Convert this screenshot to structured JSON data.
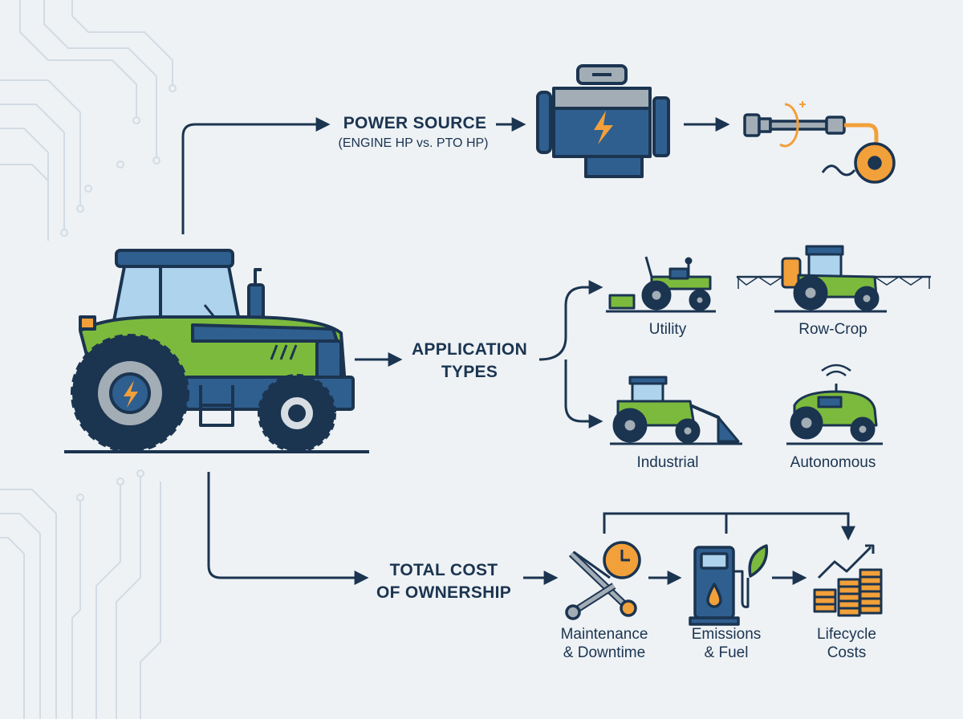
{
  "power_source": {
    "title": "POWER SOURCE",
    "subtitle": "(ENGINE HP vs. PTO HP)"
  },
  "application_types": {
    "title_line1": "APPLICATION",
    "title_line2": "TYPES",
    "items": [
      {
        "label": "Utility"
      },
      {
        "label": "Row-Crop"
      },
      {
        "label": "Industrial"
      },
      {
        "label": "Autonomous"
      }
    ]
  },
  "total_cost": {
    "title_line1": "TOTAL COST",
    "title_line2": "OF OWNERSHIP",
    "items": [
      {
        "line1": "Maintenance",
        "line2": "& Downtime"
      },
      {
        "line1": "Emissions",
        "line2": "& Fuel"
      },
      {
        "line1": "Lifecycle",
        "line2": "Costs"
      }
    ]
  },
  "colors": {
    "navy": "#1b3450",
    "blue": "#2f5f8f",
    "green": "#7cba3d",
    "orange": "#f2a03a",
    "background": "#eef2f5"
  }
}
